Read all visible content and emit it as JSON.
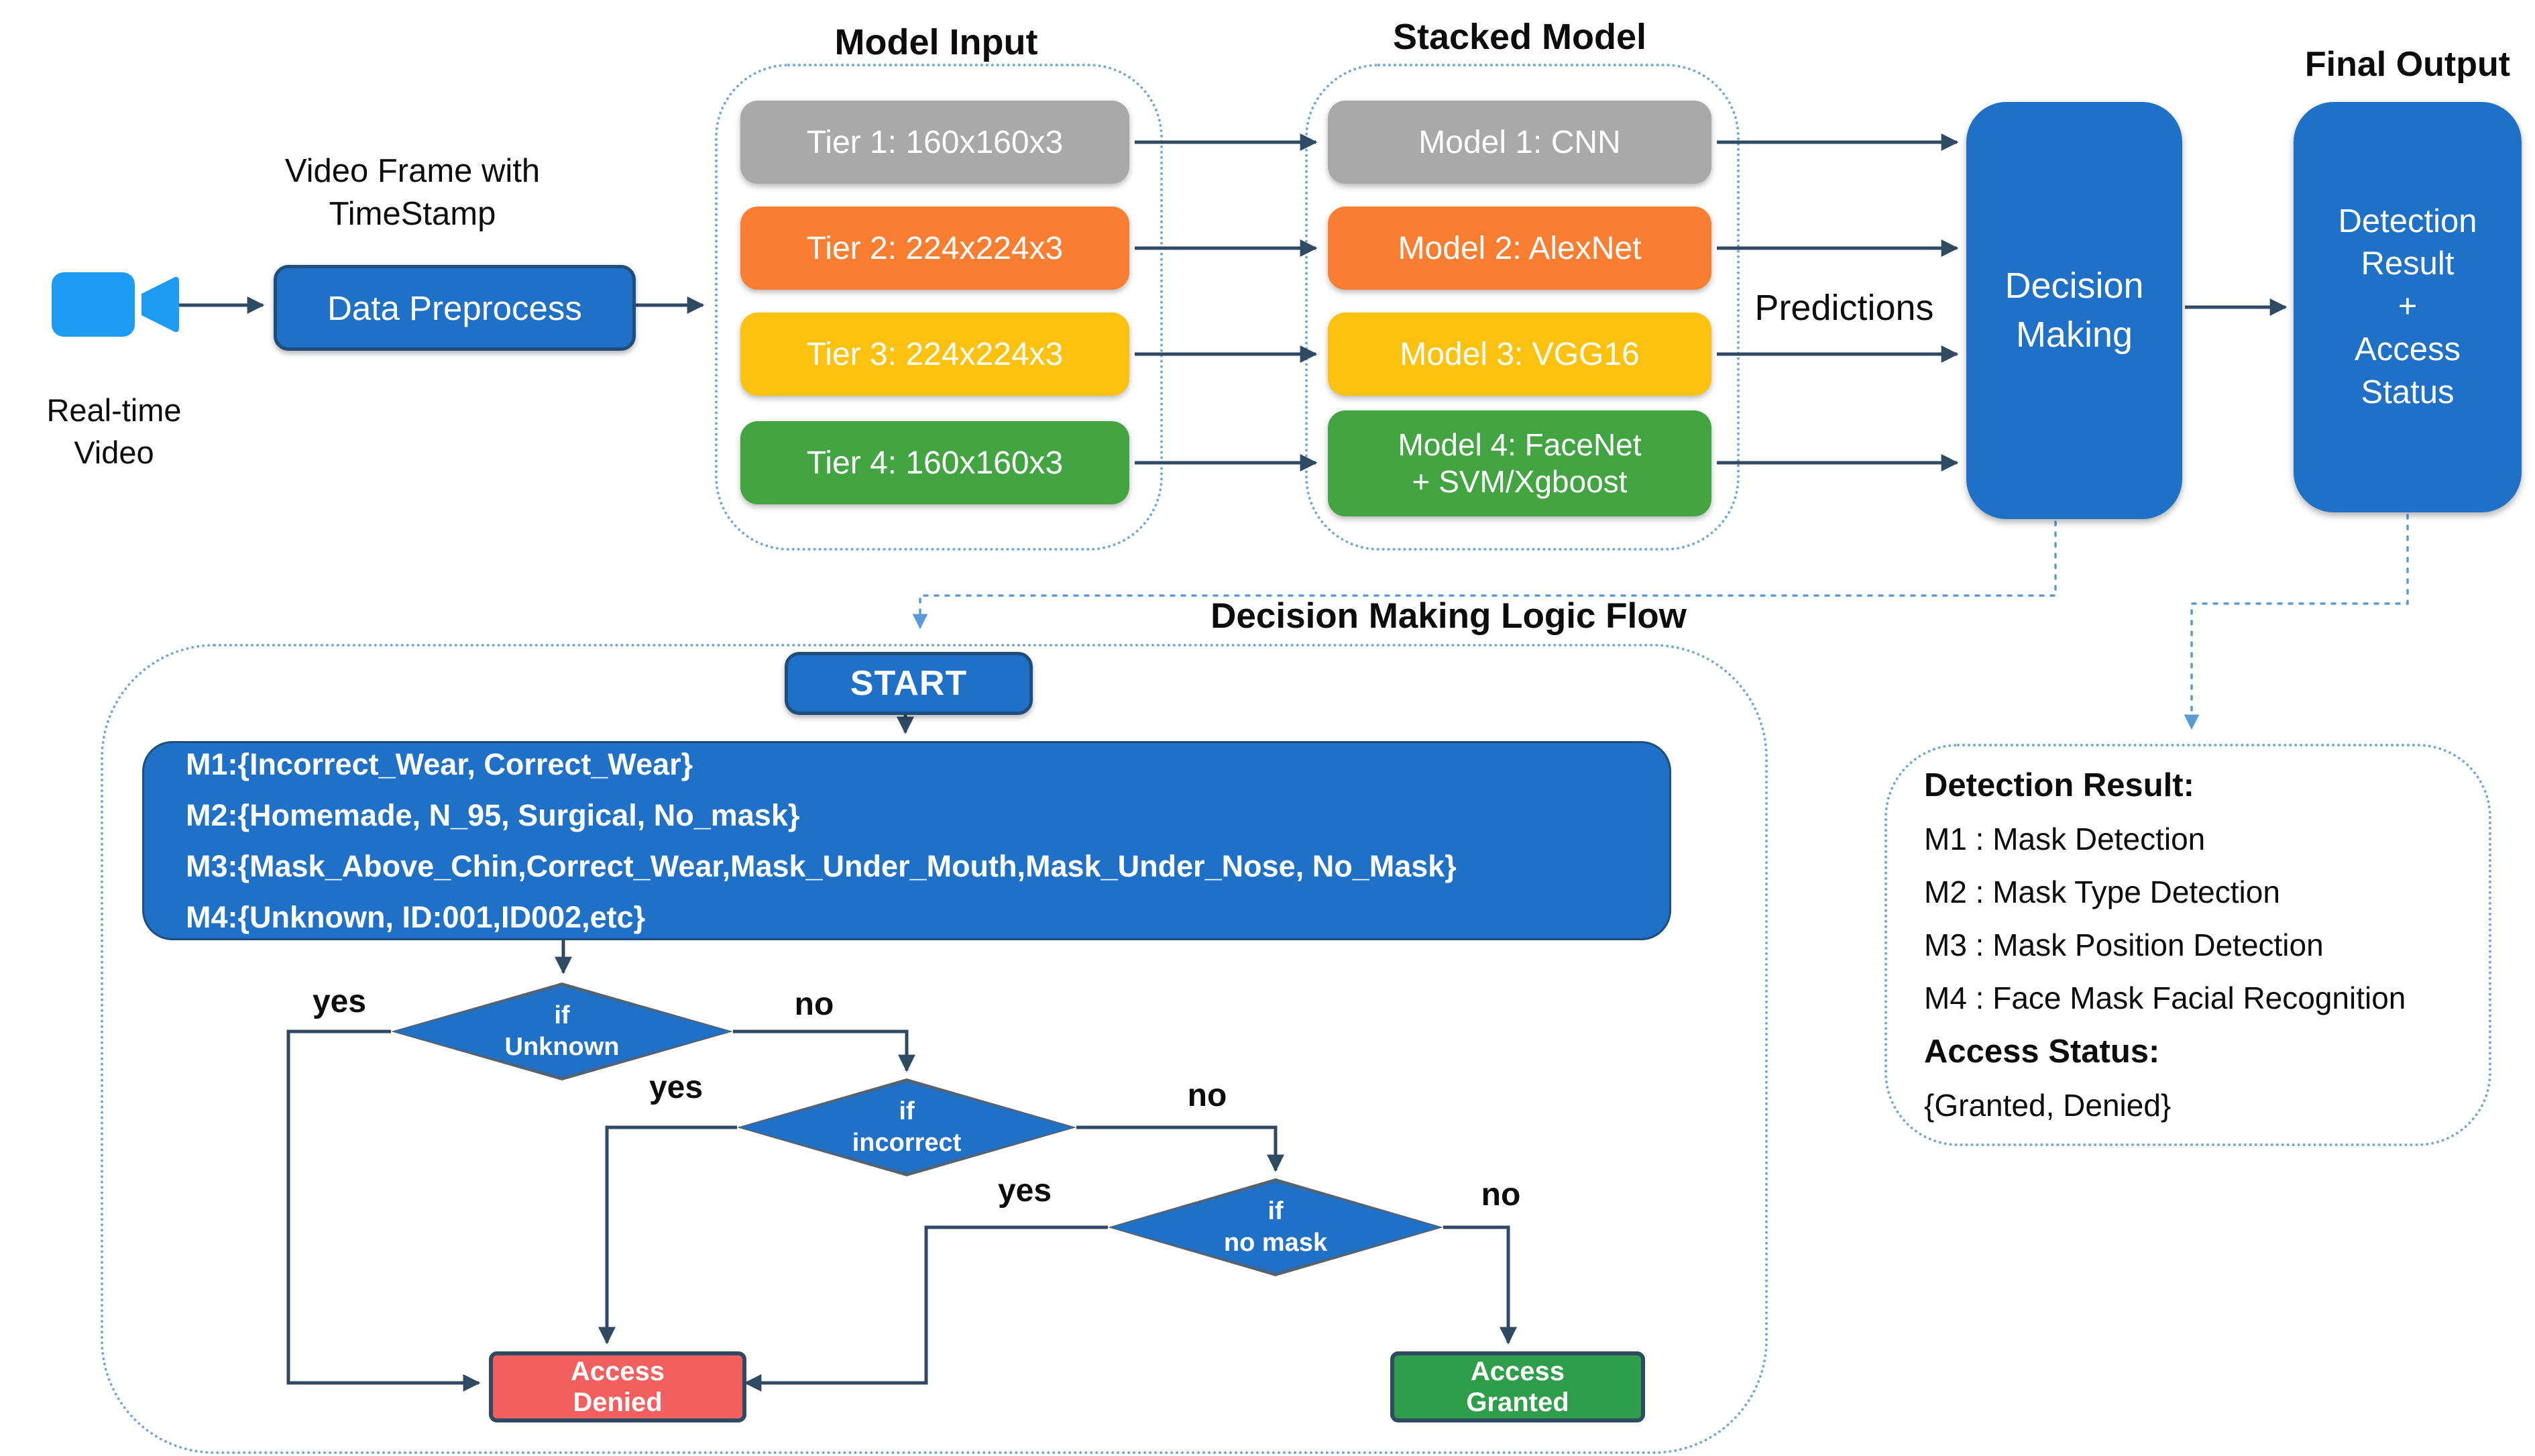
{
  "colors": {
    "primary_blue": "#1E71C6",
    "camera_blue": "#1E9BF2",
    "tier_gray": "#A9A9A9",
    "tier_orange": "#F97E32",
    "tier_yellow": "#FDC110",
    "tier_green": "#43A541",
    "denied_red": "#F15F5F",
    "granted_green": "#2F9E4A",
    "arrow_dark": "#2F4A63",
    "dashed_blue": "#5B9BD5"
  },
  "pipeline": {
    "realtime_video_label": "Real-time\nVideo",
    "video_frame_label": "Video Frame with\nTimeStamp",
    "data_preprocess_label": "Data Preprocess",
    "model_input": {
      "title": "Model Input",
      "tiers": [
        {
          "label": "Tier 1: 160x160x3"
        },
        {
          "label": "Tier 2: 224x224x3"
        },
        {
          "label": "Tier 3: 224x224x3"
        },
        {
          "label": "Tier 4: 160x160x3"
        }
      ]
    },
    "stacked_model": {
      "title": "Stacked Model",
      "models": [
        {
          "label": "Model 1: CNN"
        },
        {
          "label": "Model 2: AlexNet"
        },
        {
          "label": "Model 3: VGG16"
        },
        {
          "label": "Model 4: FaceNet\n+ SVM/Xgboost"
        }
      ]
    },
    "predictions_label": "Predictions",
    "decision_making_label": "Decision\nMaking",
    "final_output": {
      "title": "Final Output",
      "box_label": "Detection\nResult\n+\nAccess\nStatus"
    }
  },
  "logic_flow": {
    "title": "Decision Making Logic Flow",
    "start_label": "START",
    "model_outputs": [
      "M1:{Incorrect_Wear, Correct_Wear}",
      "M2:{Homemade, N_95, Surgical, No_mask}",
      "M3:{Mask_Above_Chin,Correct_Wear,Mask_Under_Mouth,Mask_Under_Nose, No_Mask}",
      "M4:{Unknown, ID:001,ID002,etc}"
    ],
    "decisions": [
      {
        "label": "if\nUnknown"
      },
      {
        "label": "if\nincorrect"
      },
      {
        "label": "if\nno mask"
      }
    ],
    "branch_labels": {
      "yes": "yes",
      "no": "no"
    },
    "access_denied_label": "Access\nDenied",
    "access_granted_label": "Access\nGranted"
  },
  "legend": {
    "detection_result_title": "Detection Result:",
    "detection_items": [
      "M1 : Mask Detection",
      "M2 : Mask Type Detection",
      "M3 : Mask Position Detection",
      "M4 : Face Mask Facial Recognition"
    ],
    "access_status_title": "Access Status:",
    "access_status_values": "{Granted, Denied}"
  }
}
